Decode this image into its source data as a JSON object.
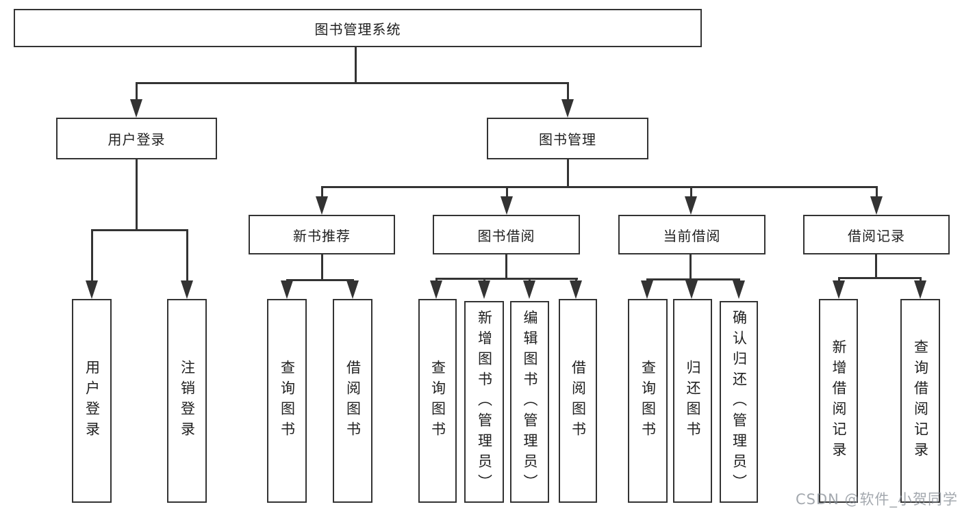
{
  "tree": {
    "label": "图书管理系统",
    "children": [
      {
        "label": "用户登录",
        "children": [
          {
            "label": "用户登录"
          },
          {
            "label": "注销登录"
          }
        ]
      },
      {
        "label": "图书管理",
        "children": [
          {
            "label": "新书推荐",
            "children": [
              {
                "label": "查询图书"
              },
              {
                "label": "借阅图书"
              }
            ]
          },
          {
            "label": "图书借阅",
            "children": [
              {
                "label": "查询图书"
              },
              {
                "label": "新增图书（管理员）"
              },
              {
                "label": "编辑图书（管理员）"
              },
              {
                "label": "借阅图书"
              }
            ]
          },
          {
            "label": "当前借阅",
            "children": [
              {
                "label": "查询图书"
              },
              {
                "label": "归还图书"
              },
              {
                "label": "确认归还（管理员）"
              }
            ]
          },
          {
            "label": "借阅记录",
            "children": [
              {
                "label": "新增借阅记录"
              },
              {
                "label": "查询借阅记录"
              }
            ]
          }
        ]
      }
    ]
  },
  "watermark": {
    "text": "CSDN @软件_小贺同学"
  },
  "colors": {
    "line": "#333333",
    "box_border": "#333333",
    "text": "#202020",
    "background": "#ffffff",
    "watermark": "#80868f"
  }
}
